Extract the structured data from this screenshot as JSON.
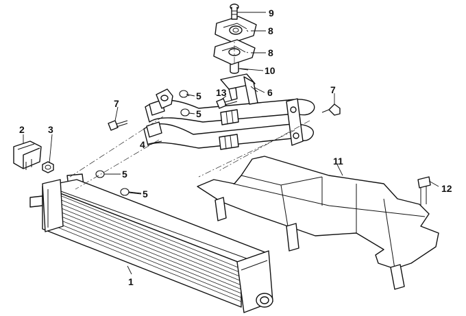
{
  "callouts": {
    "c1": "1",
    "c2": "2",
    "c3": "3",
    "c4": "4",
    "c5a": "5",
    "c5b": "5",
    "c5c": "5",
    "c5d": "5",
    "c6": "6",
    "c7a": "7",
    "c7b": "7",
    "c8a": "8",
    "c8b": "8",
    "c9": "9",
    "c10": "10",
    "c11": "11",
    "c12": "12",
    "c13": "13"
  }
}
